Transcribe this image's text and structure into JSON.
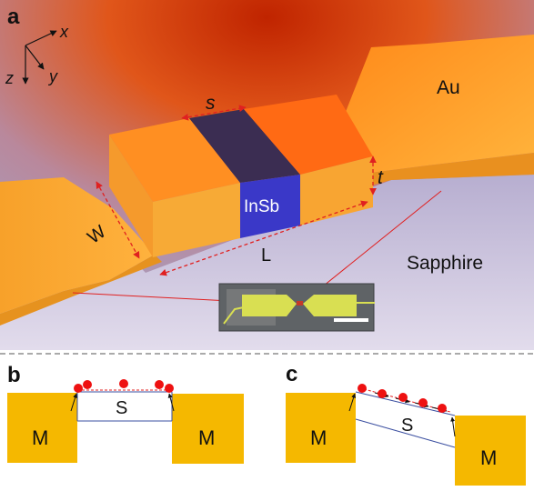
{
  "panel_a": {
    "panel_label": "a",
    "axes": {
      "x": "x",
      "y": "y",
      "z": "z"
    },
    "labels": {
      "s": "s",
      "t": "t",
      "W": "W",
      "L": "L",
      "channel": "InSb",
      "electrode": "Au",
      "substrate": "Sapphire"
    }
  },
  "panel_b": {
    "panel_label": "b",
    "left_pad": "M",
    "right_pad": "M",
    "channel": "S"
  },
  "panel_c": {
    "panel_label": "c",
    "left_pad": "M",
    "right_pad": "M",
    "channel": "S"
  },
  "colors": {
    "gold_pad": "#f5b800",
    "gold_top": "#ff8a1e",
    "gold_side": "#f5a62a",
    "insb_top": "#3a2c52",
    "insb_front": "#3a38c8",
    "substrate": "#c9c2de",
    "charge": "#ee1111",
    "dashed_arrow": "#e02020"
  }
}
